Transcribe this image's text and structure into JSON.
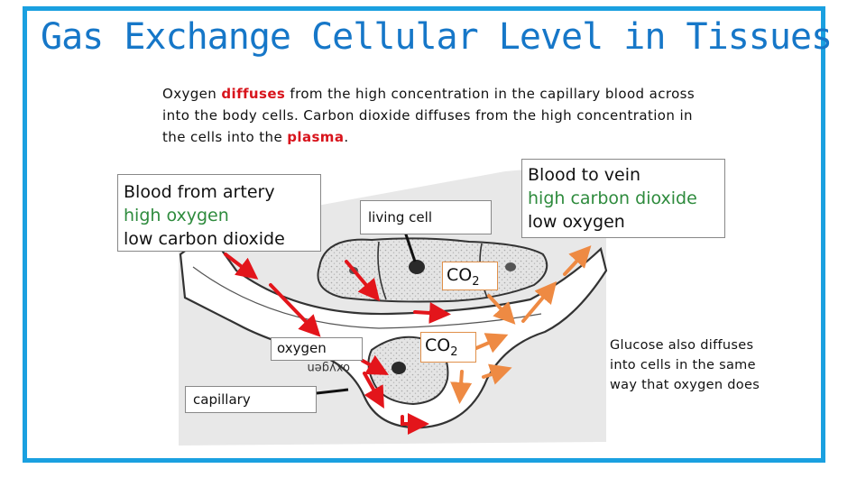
{
  "title": "Gas Exchange Cellular Level in Tissues",
  "intro": {
    "part1": "Oxygen ",
    "diffuses": "diffuses",
    "part2": " from the high concentration in the capillary blood across into the body cells. Carbon dioxide diffuses from the high concentration in the cells into the ",
    "plasma": "plasma",
    "part3": "."
  },
  "artery_box": {
    "line1": "Blood from artery",
    "line2": "high oxygen",
    "line3": "low carbon dioxide"
  },
  "vein_box": {
    "line1": "Blood to vein",
    "line2": "high carbon dioxide",
    "line3": "low oxygen"
  },
  "labels": {
    "living_cell": "living cell",
    "co2_upper": "CO",
    "co2_upper_sub": "2",
    "oxygen": "oxygen",
    "co2_lower": "CO",
    "co2_lower_sub": "2",
    "capillary": "capillary",
    "mirrored_photo_text": "oxygen"
  },
  "glucose_note": "Glucose also diffuses into cells in the same way that oxygen does",
  "colors": {
    "frame": "#1aa0e0",
    "title": "#1677c8",
    "highlight": "#d8141c",
    "green_text": "#2e8b3d",
    "oxygen_arrow": "#e3151b",
    "co2_arrow": "#ee8a43"
  }
}
